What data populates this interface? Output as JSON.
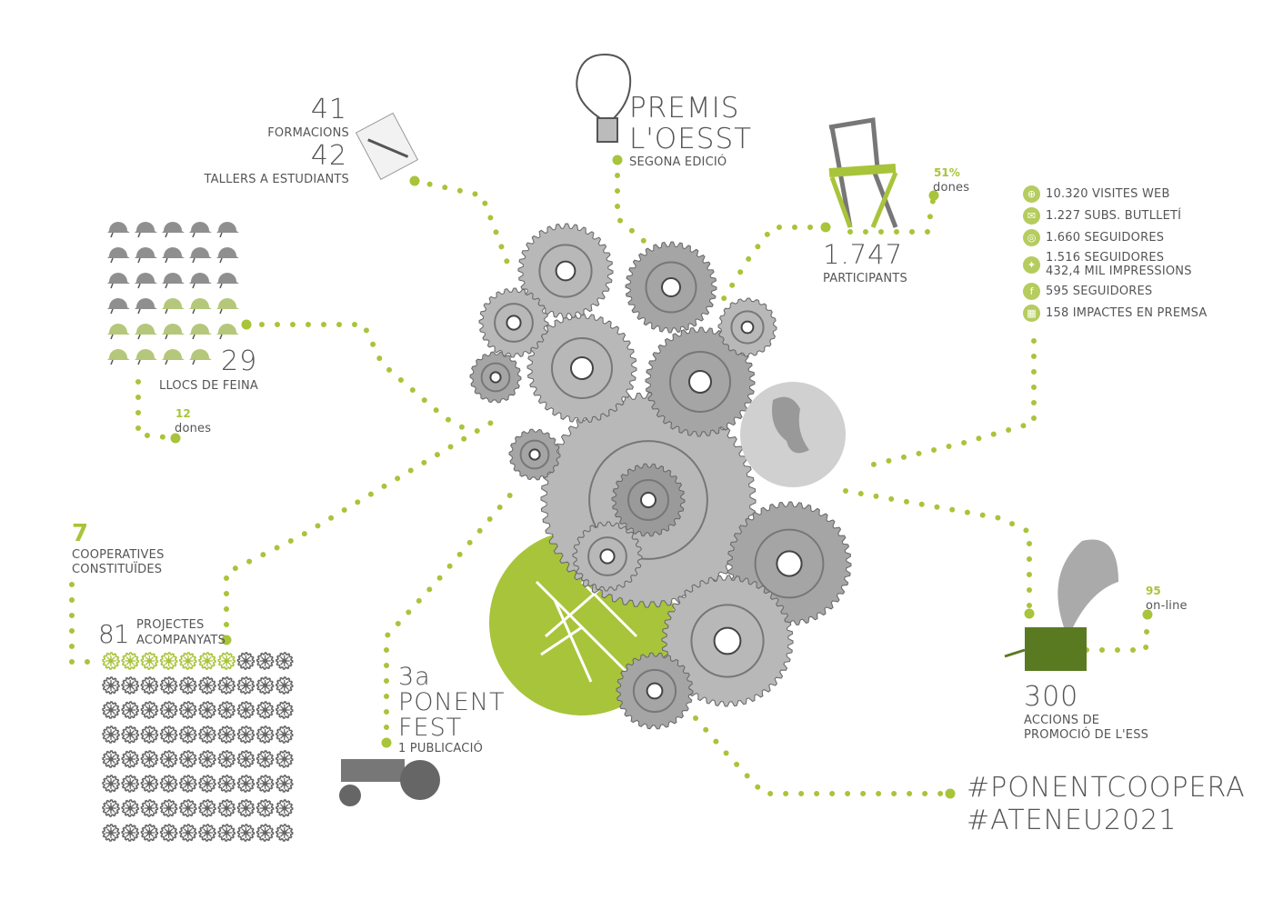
{
  "colors": {
    "accent": "#a8c43a",
    "text": "#555555",
    "gear": "#8a8a8a"
  },
  "formacions": {
    "value1": "41",
    "label1": "FORMACIONS",
    "value2": "42",
    "label2": "TALLERS A ESTUDIANTS",
    "icon": "notebook-icon"
  },
  "premis": {
    "line1": "PREMIS",
    "line2": "L'OESST",
    "sub": "SEGONA EDICIÓ",
    "icon": "lightbulb-icon"
  },
  "participants": {
    "value": "1.747",
    "label": "PARTICIPANTS",
    "women_pct": "51%",
    "women_label": "dones",
    "icon": "chair-icon"
  },
  "social": [
    {
      "icon": "globe-icon",
      "glyph": "⊕",
      "text": "10.320 VISITES WEB"
    },
    {
      "icon": "newsletter-icon",
      "glyph": "✉",
      "text": "1.227 SUBS. BUTLLETÍ"
    },
    {
      "icon": "instagram-icon",
      "glyph": "◎",
      "text": "1.660 SEGUIDORES"
    },
    {
      "icon": "twitter-icon",
      "glyph": "✦",
      "text": "1.516 SEGUIDORES",
      "text2": "432,4 MIL IMPRESSIONS"
    },
    {
      "icon": "facebook-icon",
      "glyph": "f",
      "text": "595 SEGUIDORES"
    },
    {
      "icon": "press-icon",
      "glyph": "▦",
      "text": "158 IMPACTES EN PREMSA"
    }
  ],
  "jobs": {
    "value": "29",
    "label": "LLOCS DE FEINA",
    "women_value": "12",
    "women_label": "dones",
    "total": 29,
    "highlighted": 12,
    "icon": "helmet-icon"
  },
  "cooperatives": {
    "value": "7",
    "line1": "COOPERATIVES",
    "line2": "CONSTITUÏDES"
  },
  "projectes": {
    "value": "81",
    "line1": "PROJECTES",
    "line2": "ACOMPANYATS",
    "total": 80,
    "highlighted": 7,
    "icon": "gear-icon"
  },
  "ponentfest": {
    "line1": "3a",
    "line2": "PONENT",
    "line3": "FEST",
    "sub": "1 PUBLICACIÓ",
    "icon": "tractor-icon"
  },
  "promocio": {
    "value": "300",
    "line1": "ACCIONS DE",
    "line2": "PROMOCIÓ DE L'ESS",
    "online_value": "95",
    "online_label": "on-line",
    "icon": "gramophone-icon"
  },
  "hashtags": {
    "line1": "#PONENTCOOPERA",
    "line2": "#ATENEU2021"
  }
}
